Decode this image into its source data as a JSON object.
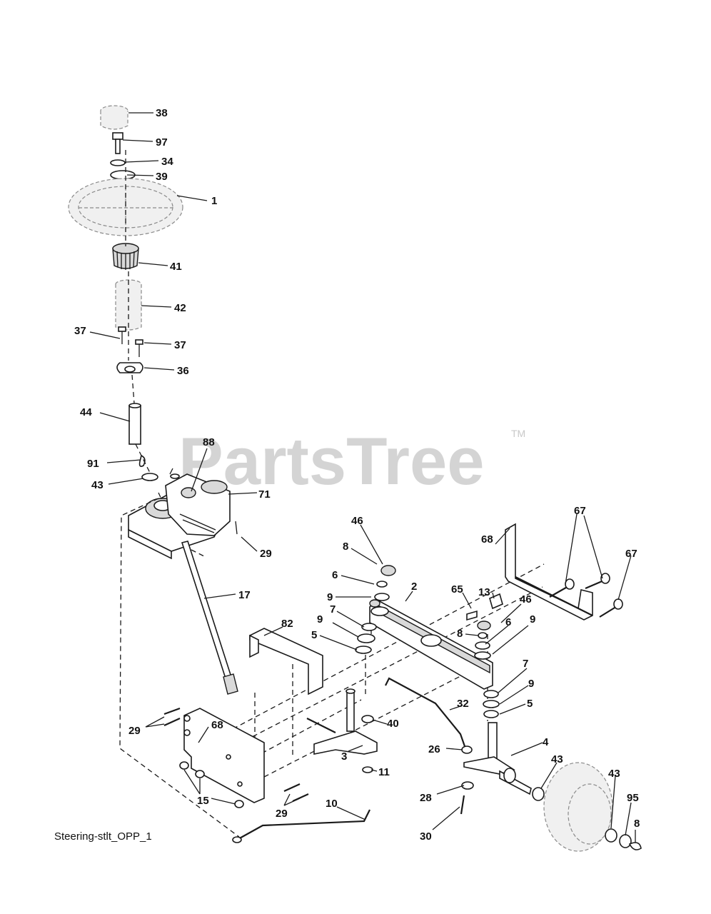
{
  "watermark": {
    "text": "PartsTree",
    "tm": "TM"
  },
  "caption": "Steering-stlt_OPP_1",
  "callouts": [
    {
      "text": "38"
    },
    {
      "text": "97"
    },
    {
      "text": "34"
    },
    {
      "text": "39"
    },
    {
      "text": "1"
    },
    {
      "text": "41"
    },
    {
      "text": "42"
    },
    {
      "text": "37"
    },
    {
      "text": "37"
    },
    {
      "text": "36"
    },
    {
      "text": "44"
    },
    {
      "text": "88"
    },
    {
      "text": "91"
    },
    {
      "text": "43"
    },
    {
      "text": "71"
    },
    {
      "text": "29"
    },
    {
      "text": "17"
    },
    {
      "text": "46"
    },
    {
      "text": "8"
    },
    {
      "text": "6"
    },
    {
      "text": "9"
    },
    {
      "text": "68"
    },
    {
      "text": "67"
    },
    {
      "text": "67"
    },
    {
      "text": "13"
    },
    {
      "text": "65"
    },
    {
      "text": "2"
    },
    {
      "text": "46"
    },
    {
      "text": "7"
    },
    {
      "text": "9"
    },
    {
      "text": "5"
    },
    {
      "text": "82"
    },
    {
      "text": "8"
    },
    {
      "text": "6"
    },
    {
      "text": "9"
    },
    {
      "text": "7"
    },
    {
      "text": "9"
    },
    {
      "text": "5"
    },
    {
      "text": "40"
    },
    {
      "text": "32"
    },
    {
      "text": "29"
    },
    {
      "text": "68"
    },
    {
      "text": "3"
    },
    {
      "text": "26"
    },
    {
      "text": "4"
    },
    {
      "text": "11"
    },
    {
      "text": "43"
    },
    {
      "text": "43"
    },
    {
      "text": "15"
    },
    {
      "text": "29"
    },
    {
      "text": "28"
    },
    {
      "text": "95"
    },
    {
      "text": "10"
    },
    {
      "text": "8"
    },
    {
      "text": "30"
    }
  ]
}
